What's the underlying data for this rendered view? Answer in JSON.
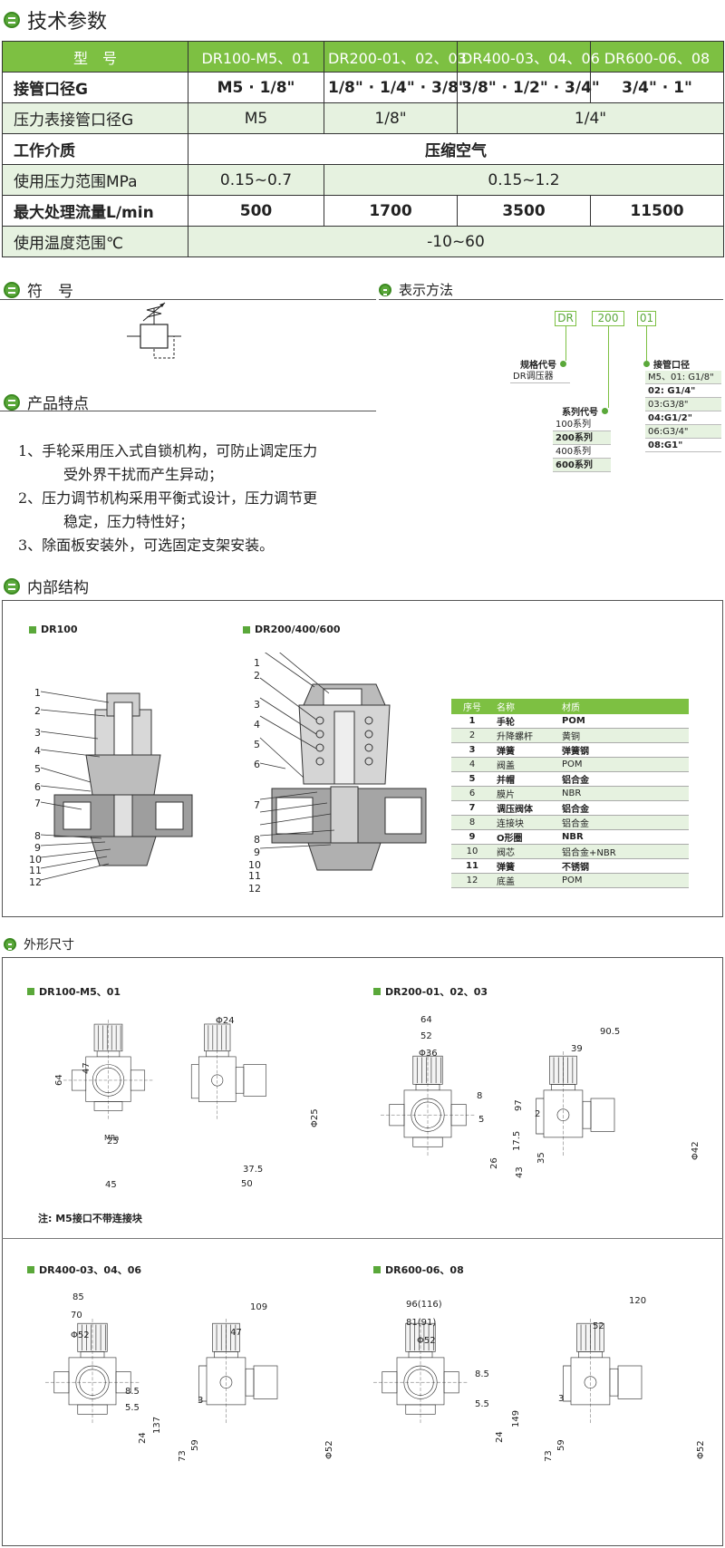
{
  "sections": {
    "tech": "技术参数",
    "symbol": "符　号",
    "notation": "表示方法",
    "features": "产品特点",
    "internal": "内部结构",
    "dimensions": "外形尺寸"
  },
  "spec": {
    "headers": [
      "型　号",
      "DR100-M5、01",
      "DR200-01、02、03",
      "DR400-03、04、06",
      "DR600-06、08"
    ],
    "port_label": "接管口径G",
    "port": [
      "M5 · 1/8\"",
      "1/8\" · 1/4\" · 3/8\"",
      "3/8\" · 1/2\" · 3/4\"",
      "3/4\" · 1\""
    ],
    "gauge_label": "压力表接管口径G",
    "gauge": [
      "M5",
      "1/8\"",
      "1/4\""
    ],
    "medium_label": "工作介质",
    "medium": "压缩空气",
    "pressure_label": "使用压力范围MPa",
    "pressure": [
      "0.15~0.7",
      "0.15~1.2"
    ],
    "flow_label": "最大处理流量L/min",
    "flow": [
      "500",
      "1700",
      "3500",
      "11500"
    ],
    "temp_label": "使用温度范围℃",
    "temp": "-10~60"
  },
  "order": {
    "codes": [
      "DR",
      "200",
      "01"
    ],
    "model_code_label": "规格代号",
    "model_code_value": "DR调压器",
    "series_label": "系列代号",
    "series": [
      "100系列",
      "200系列",
      "400系列",
      "600系列"
    ],
    "port_label": "接管口径",
    "ports": [
      "M5、01: G1/8\"",
      "02: G1/4\"",
      "03:G3/8\"",
      "04:G1/2\"",
      "06:G3/4\"",
      "08:G1\""
    ]
  },
  "features": [
    "1、手轮采用压入式自锁机构，可防止调定压力",
    "受外界干扰而产生异动；",
    "2、压力调节机构采用平衡式设计，压力调节更",
    "稳定，压力特性好；",
    "3、除面板安装外，可选固定支架安装。"
  ],
  "internal": {
    "left_title": "DR100",
    "right_title": "DR200/400/600",
    "callouts": [
      "1",
      "2",
      "3",
      "4",
      "5",
      "6",
      "7",
      "8",
      "9",
      "10",
      "11",
      "12"
    ],
    "table_headers": [
      "序号",
      "名称",
      "材质"
    ],
    "parts": [
      [
        "1",
        "手轮",
        "POM"
      ],
      [
        "2",
        "升降螺杆",
        "黄铜"
      ],
      [
        "3",
        "弹簧",
        "弹簧钢"
      ],
      [
        "4",
        "阀盖",
        "POM"
      ],
      [
        "5",
        "并帽",
        "铝合金"
      ],
      [
        "6",
        "膜片",
        "NBR"
      ],
      [
        "7",
        "调压阀体",
        "铝合金"
      ],
      [
        "8",
        "连接块",
        "铝合金"
      ],
      [
        "9",
        "O形圈",
        "NBR"
      ],
      [
        "10",
        "阀芯",
        "铝合金+NBR"
      ],
      [
        "11",
        "弹簧",
        "不锈钢"
      ],
      [
        "12",
        "底盖",
        "POM"
      ]
    ]
  },
  "dims": {
    "dr100": {
      "title": "DR100-M5、01",
      "d": [
        "64",
        "47",
        "25",
        "45",
        "Φ24",
        "Φ25",
        "37.5",
        "50"
      ],
      "gauge_text": "MPa"
    },
    "dr100_note": "注: M5接口不带连接块",
    "dr200": {
      "title": "DR200-01、02、03",
      "d": [
        "64",
        "52",
        "Φ36",
        "8",
        "5",
        "17.5",
        "97",
        "26",
        "90.5",
        "39",
        "2",
        "43",
        "35",
        "Φ42"
      ]
    },
    "dr400": {
      "title": "DR400-03、04、06",
      "d": [
        "85",
        "70",
        "Φ52",
        "8.5",
        "5.5",
        "137",
        "24",
        "109",
        "47",
        "3",
        "73",
        "59",
        "Φ52"
      ]
    },
    "dr600": {
      "title": "DR600-06、08",
      "d": [
        "96(116)",
        "81(91)",
        "Φ52",
        "8.5",
        "5.5",
        "149",
        "24",
        "120",
        "52",
        "3",
        "73",
        "59",
        "Φ52"
      ]
    }
  }
}
